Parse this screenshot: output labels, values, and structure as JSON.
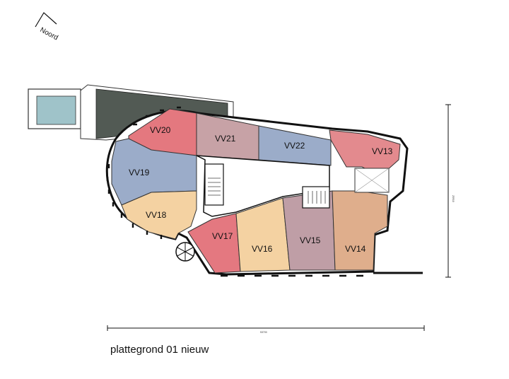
{
  "north_label": "Noord",
  "caption": "plattegrond 01 nieuw",
  "dimensions": {
    "horizontal": "53700",
    "vertical": "25910"
  },
  "units": [
    {
      "id": "VV13",
      "label": "VV13",
      "color": "#e38a8e"
    },
    {
      "id": "VV14",
      "label": "VV14",
      "color": "#dfae8c"
    },
    {
      "id": "VV15",
      "label": "VV15",
      "color": "#bf9ea6"
    },
    {
      "id": "VV16",
      "label": "VV16",
      "color": "#f4d2a2"
    },
    {
      "id": "VV17",
      "label": "VV17",
      "color": "#e47880"
    },
    {
      "id": "VV18",
      "label": "VV18",
      "color": "#f4d2a2"
    },
    {
      "id": "VV19",
      "label": "VV19",
      "color": "#9bacc9"
    },
    {
      "id": "VV20",
      "label": "VV20",
      "color": "#e4787f"
    },
    {
      "id": "VV21",
      "label": "VV21",
      "color": "#c7a2a6"
    },
    {
      "id": "VV22",
      "label": "VV22",
      "color": "#9bacc9"
    }
  ]
}
